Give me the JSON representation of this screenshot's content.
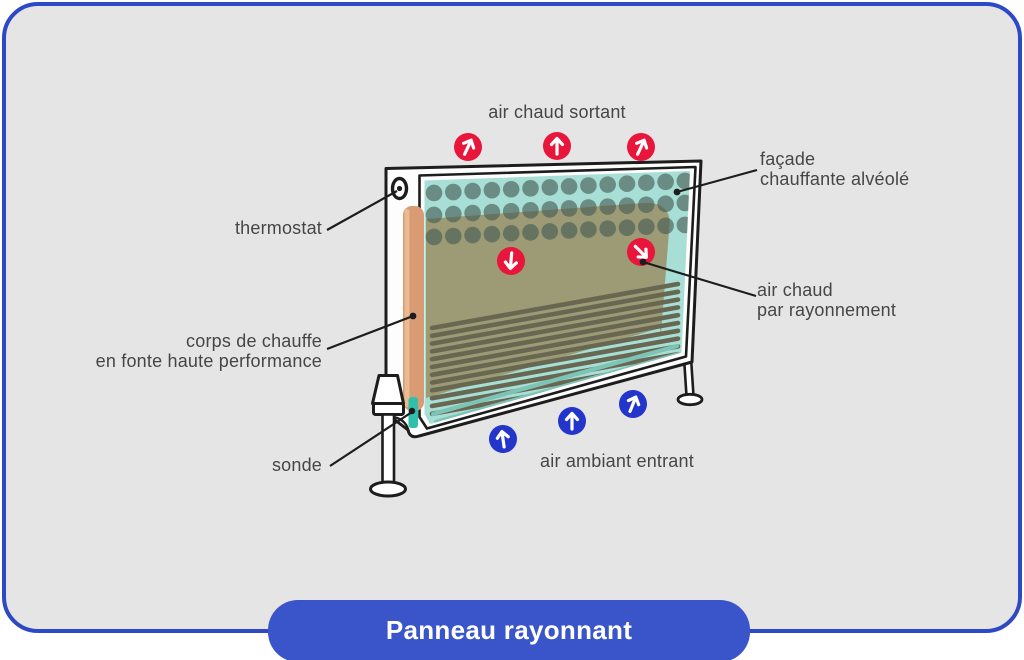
{
  "title_pill": {
    "label": "Panneau rayonnant",
    "bg": "#3a54ca",
    "text_color": "#ffffff"
  },
  "card": {
    "background": "#e6e5e5",
    "border_color": "#2e49c5"
  },
  "annotations": {
    "hot_air_out": {
      "label": "air chaud sortant"
    },
    "facade": {
      "line1": "façade",
      "line2": "chauffante alvéolé"
    },
    "thermostat": {
      "label": "thermostat"
    },
    "radiant_heat": {
      "line1": "air chaud",
      "line2": "par rayonnement"
    },
    "heating_body": {
      "line1": "corps de chauffe",
      "line2": "en fonte haute performance"
    },
    "probe": {
      "label": "sonde"
    },
    "ambient_air_in": {
      "label": "air ambiant entrant"
    }
  },
  "diagram": {
    "subject": "panneau rayonnant (radiant panel heater)",
    "hot_arrow_count_top": 3,
    "hot_arrow_count_inner": 2,
    "cold_arrow_count_bottom": 3,
    "colors": {
      "hot_arrow": "#e9163b",
      "cold_arrow": "#2435cb",
      "panel_face_teal": "#a7ded5",
      "heating_body_khaki": "#9c9b76",
      "cast_iron_salmon": "#d89b74",
      "probe_teal": "#30bfab",
      "outline": "#1d1d1d",
      "label_text": "#464646"
    },
    "icons": [
      "up-arrow-icon",
      "down-arrow-icon"
    ]
  }
}
